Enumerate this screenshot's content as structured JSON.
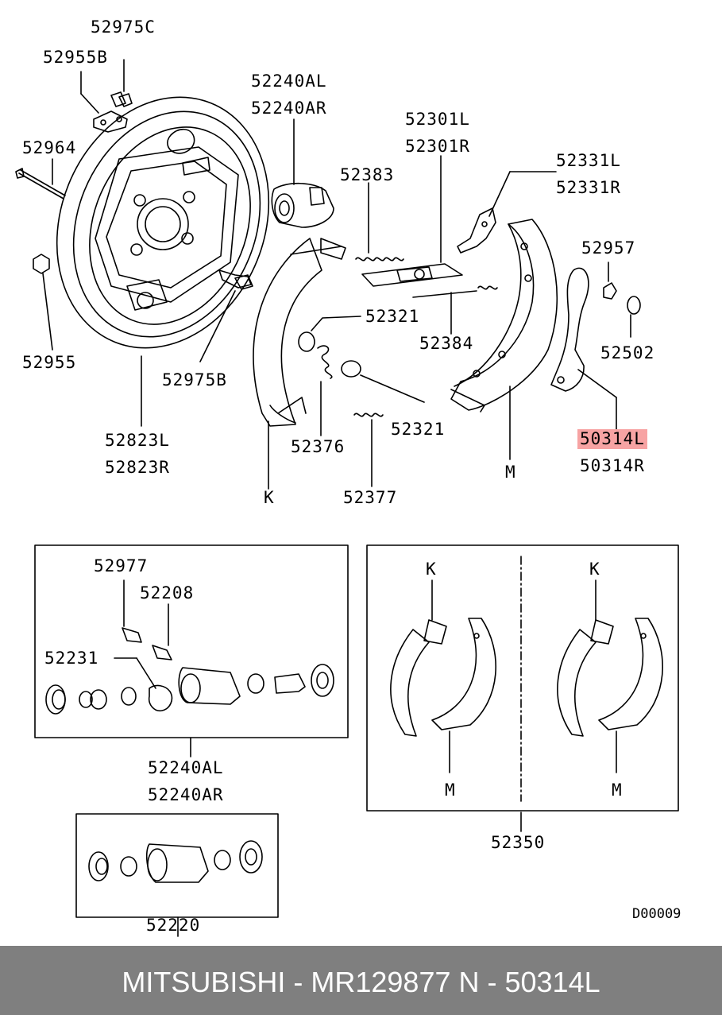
{
  "labels": {
    "l52975c": "52975C",
    "l52955b": "52955B",
    "l52240al_top": "52240AL",
    "l52240ar_top": "52240AR",
    "l52964": "52964",
    "l52301l": "52301L",
    "l52301r": "52301R",
    "l52331l": "52331L",
    "l52331r": "52331R",
    "l52383": "52383",
    "l52957": "52957",
    "l52321_a": "52321",
    "l52384": "52384",
    "l52502": "52502",
    "l52955": "52955",
    "l52975b": "52975B",
    "l52321_b": "52321",
    "l50314l": "50314L",
    "l50314r": "50314R",
    "l52823l": "52823L",
    "l52823r": "52823R",
    "l52376": "52376",
    "l_m_main": "M",
    "l_k_main": "K",
    "l52377": "52377",
    "l52977": "52977",
    "l52208": "52208",
    "l52231": "52231",
    "l52240al_box": "52240AL",
    "l52240ar_box": "52240AR",
    "l_k_set1": "K",
    "l_k_set2": "K",
    "l_m_set1": "M",
    "l_m_set2": "M",
    "l52350": "52350",
    "l52220": "52220",
    "diagram_code": "D00009"
  },
  "highlight_color": "#f7a3a3",
  "footer": {
    "text": "MITSUBISHI - MR129877     N - 50314L",
    "background": "#7f7f7f"
  }
}
